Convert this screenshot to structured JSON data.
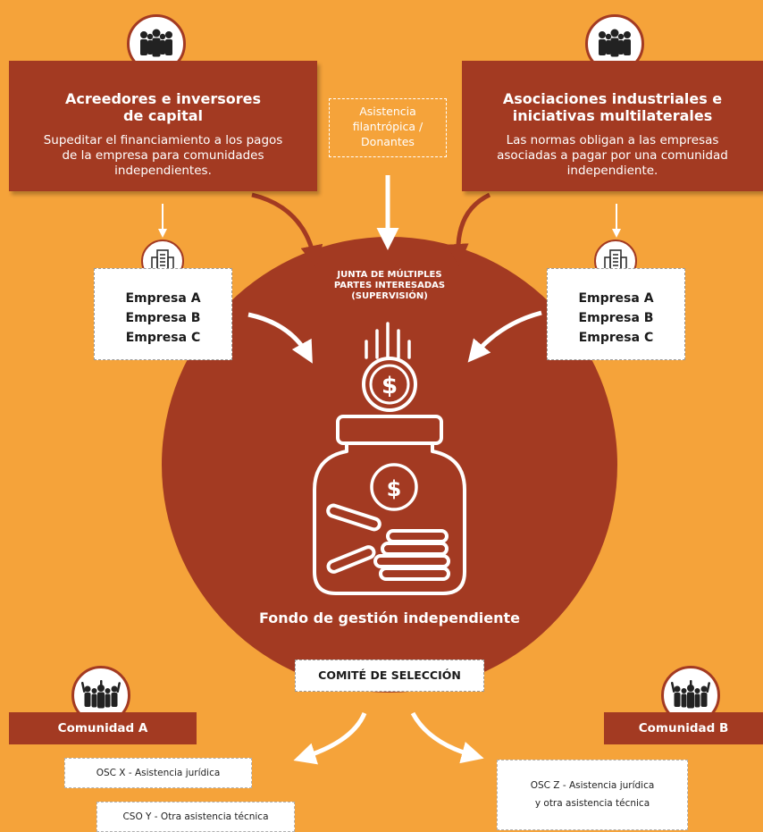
{
  "creditors": {
    "title_line1": "Acreedores e inversores",
    "title_line2": "de capital",
    "text_line1": "Supeditar el financiamiento a los pagos",
    "text_line2": "de la empresa para comunidades",
    "text_line3": "independientes."
  },
  "associations": {
    "title_line1": "Asociaciones industriales e",
    "title_line2": "iniciativas multilaterales",
    "text_line1": "Las normas obligan a las empresas",
    "text_line2": "asociadas a pagar por una comunidad",
    "text_line3": "independiente."
  },
  "donors": {
    "line1": "Asistencia",
    "line2": "filantrópica /",
    "line3": "Donantes"
  },
  "companies_left": [
    "Empresa A",
    "Empresa B",
    "Empresa C"
  ],
  "companies_right": [
    "Empresa A",
    "Empresa B",
    "Empresa C"
  ],
  "board": {
    "line1": "JUNTA DE MÚLTIPLES",
    "line2": "PARTES INTERESADAS",
    "line3": "(SUPERVISIÓN)"
  },
  "fund_label": "Fondo de gestión independiente",
  "committee_label": "COMITÉ DE SELECCIÓN",
  "community_a": "Comunidad A",
  "community_b": "Comunidad B",
  "osc_x": "OSC X - Asistencia jurídica",
  "cso_y": "CSO Y - Otra asistencia técnica",
  "osc_z_line1": "OSC Z - Asistencia jurídica",
  "osc_z_line2": "y otra asistencia técnica",
  "icons": [
    "group-icon",
    "building-icon",
    "coin-icon",
    "jar-icon",
    "community-icon"
  ],
  "colors": {
    "background": "#F5A33A",
    "brick": "#A33A22",
    "white": "#FFFFFF"
  }
}
